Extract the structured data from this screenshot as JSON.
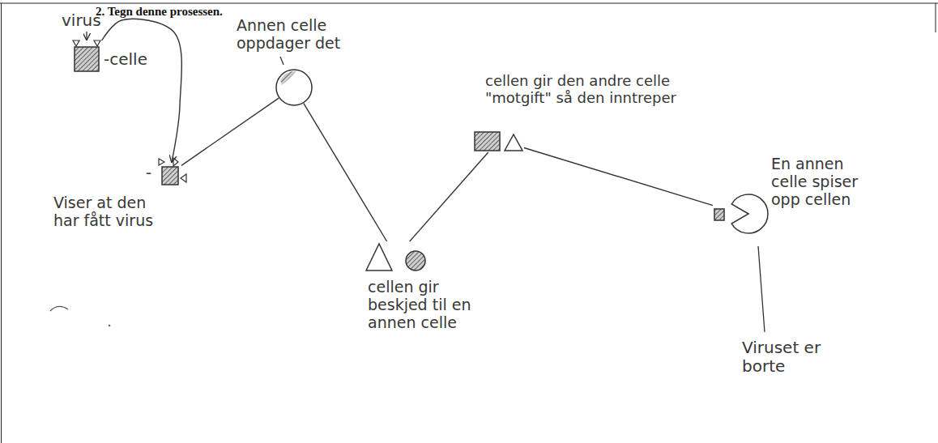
{
  "diagram": {
    "title": "2. Tegn denne prosessen.",
    "nodes": [
      {
        "text": [
          "virus",
          "-celle"
        ]
      },
      {
        "text": [
          "-",
          "Viser at den har fått virus"
        ]
      },
      {
        "text": [
          "Annen celle oppdager det"
        ]
      },
      {
        "text": [
          "cellen gir beskjed til en annen celle"
        ]
      },
      {
        "text": [
          "cellen gir den andre celle \"motgift\" så den inntreper"
        ]
      },
      {
        "text": [
          "En annen celle spiser opp cellen",
          "Viruset er borte"
        ]
      }
    ],
    "edges": [
      {
        "from": 0,
        "to": 1,
        "arrow": "to"
      },
      {
        "from": 1,
        "to": 2,
        "arrow": "none"
      },
      {
        "from": 2,
        "to": 3,
        "arrow": "none"
      },
      {
        "from": 3,
        "to": 4,
        "arrow": "none"
      },
      {
        "from": 4,
        "to": 5,
        "arrow": "none"
      }
    ]
  }
}
